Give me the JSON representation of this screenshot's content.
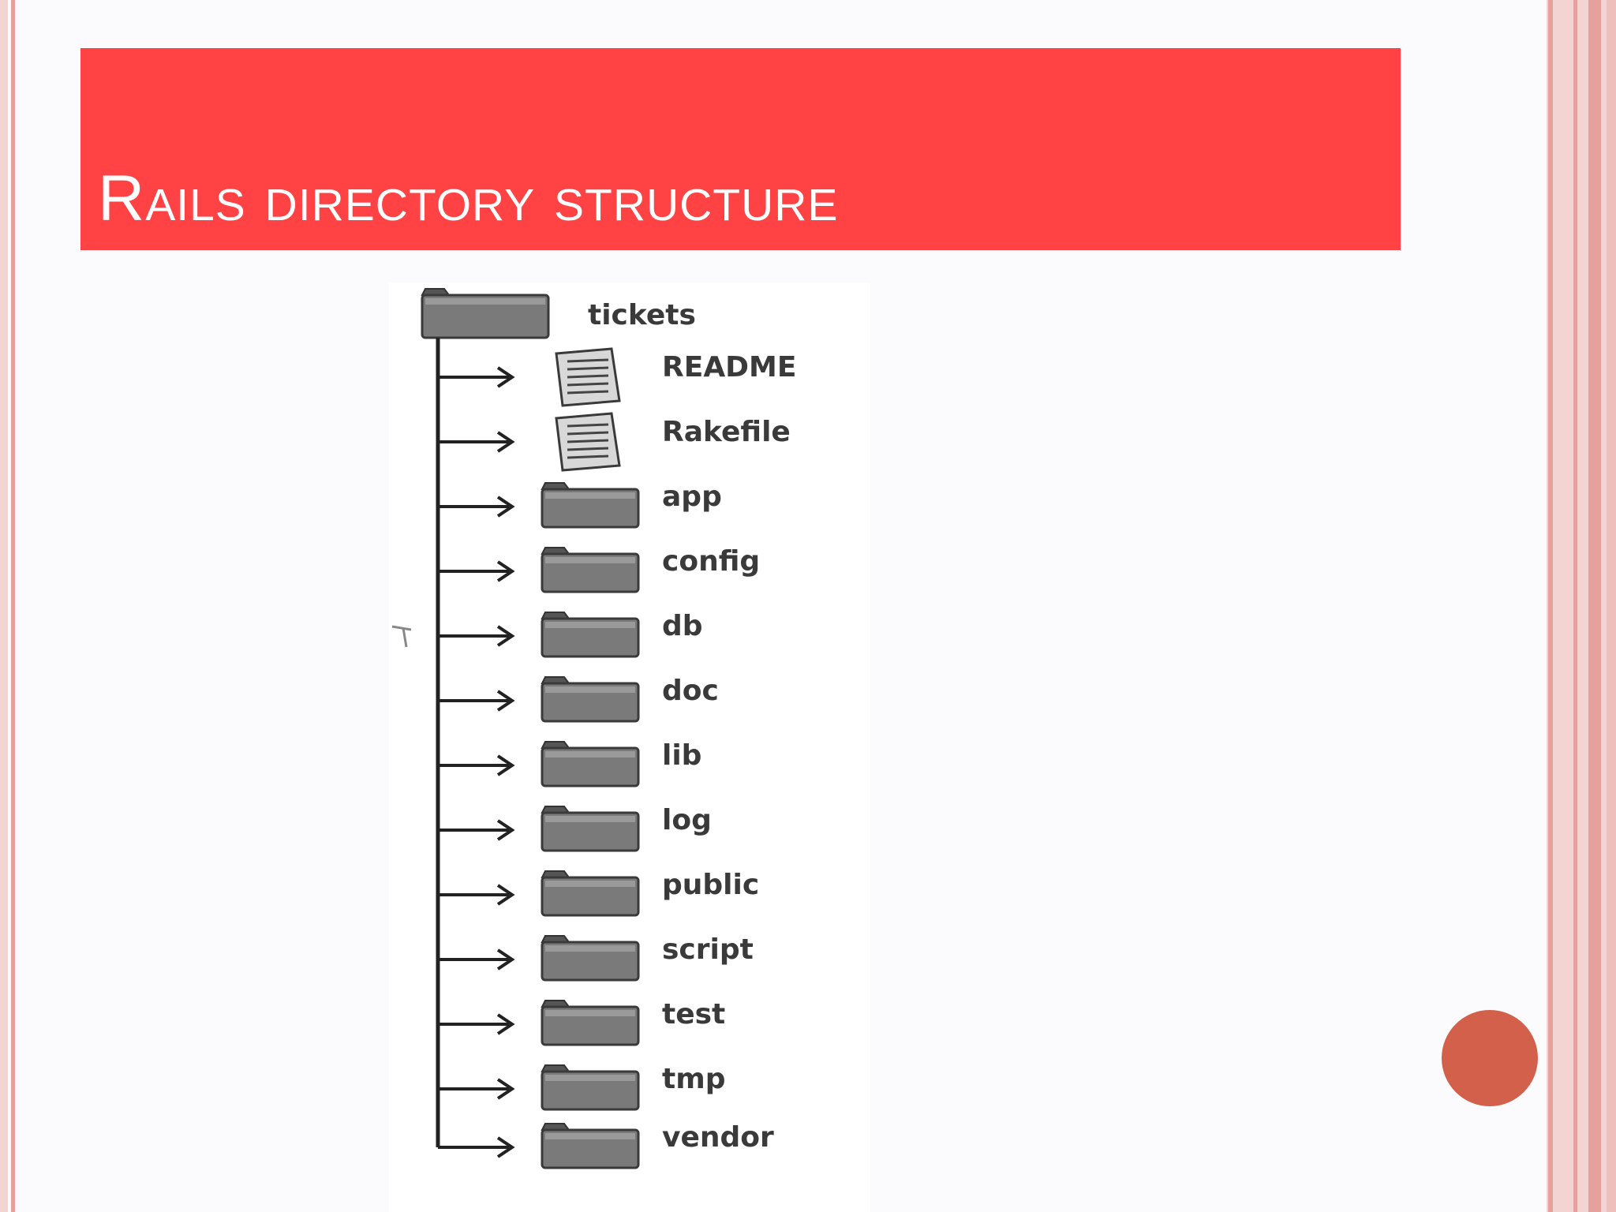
{
  "slide": {
    "title": "Rails directory structure",
    "accent_color": "#ff4244",
    "bullet_color": "#d2604a",
    "border_color": "#e8a0a0"
  },
  "tree": {
    "root": {
      "label": "tickets",
      "icon": "folder-icon"
    },
    "children": [
      {
        "label": "README",
        "icon": "file-icon"
      },
      {
        "label": "Rakefile",
        "icon": "file-icon"
      },
      {
        "label": "app",
        "icon": "folder-icon"
      },
      {
        "label": "config",
        "icon": "folder-icon"
      },
      {
        "label": "db",
        "icon": "folder-icon"
      },
      {
        "label": "doc",
        "icon": "folder-icon"
      },
      {
        "label": "lib",
        "icon": "folder-icon"
      },
      {
        "label": "log",
        "icon": "folder-icon"
      },
      {
        "label": "public",
        "icon": "folder-icon"
      },
      {
        "label": "script",
        "icon": "folder-icon"
      },
      {
        "label": "test",
        "icon": "folder-icon"
      },
      {
        "label": "tmp",
        "icon": "folder-icon"
      },
      {
        "label": "vendor",
        "icon": "folder-icon"
      }
    ]
  }
}
